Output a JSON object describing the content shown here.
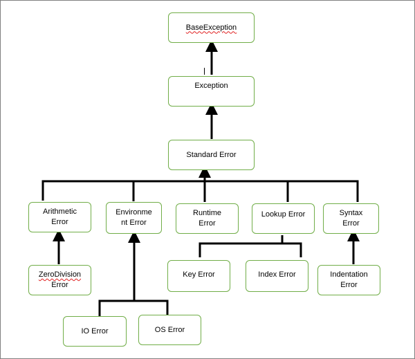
{
  "nodes": {
    "base_exception": {
      "label": "BaseException"
    },
    "exception": {
      "label": "Exception"
    },
    "standard_error": {
      "label": "Standard Error"
    },
    "arithmetic_error": {
      "line1": "Arithmetic",
      "line2": "Error"
    },
    "environment_error": {
      "line1": "Environme",
      "line2": "nt Error"
    },
    "runtime_error": {
      "line1": "Runtime",
      "line2": "Error"
    },
    "lookup_error": {
      "label": "Lookup Error"
    },
    "syntax_error": {
      "line1": "Syntax",
      "line2": "Error"
    },
    "zero_division_error": {
      "line1": "ZeroDivision",
      "line2": "Error"
    },
    "key_error": {
      "label": "Key Error"
    },
    "index_error": {
      "label": "Index Error"
    },
    "indentation_error": {
      "line1": "Indentation",
      "line2": "Error"
    },
    "io_error": {
      "label": "IO Error"
    },
    "os_error": {
      "label": "OS Error"
    }
  },
  "colors": {
    "node_border": "#70ad47",
    "connector": "#000000",
    "spellcheck_underline": "#e02020",
    "frame_border": "#7f7f7f"
  }
}
